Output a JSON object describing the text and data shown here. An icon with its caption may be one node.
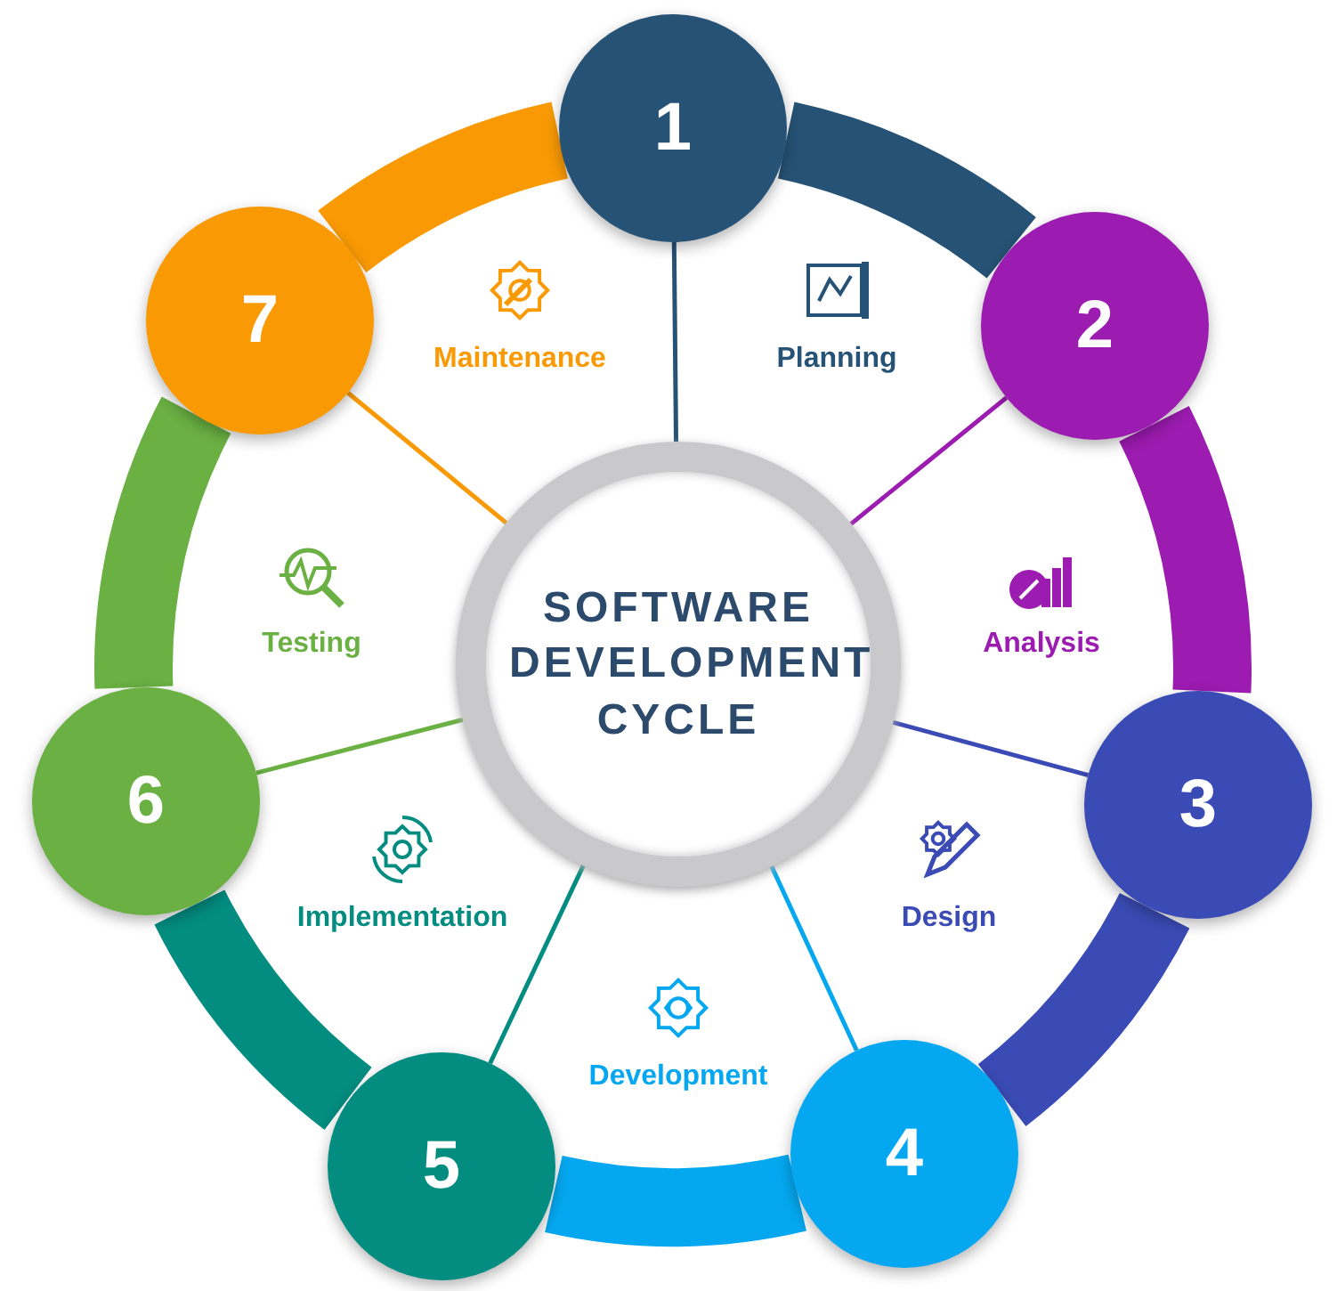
{
  "diagram": {
    "nodes": [
      {
        "text": [
          "SOFTWARE DEVELOPMENT CYCLE"
        ]
      },
      {
        "text": [
          "1"
        ]
      },
      {
        "text": [
          "2"
        ]
      },
      {
        "text": [
          "3"
        ]
      },
      {
        "text": [
          "4"
        ]
      },
      {
        "text": [
          "5"
        ]
      },
      {
        "text": [
          "6"
        ]
      },
      {
        "text": [
          "7"
        ]
      }
    ],
    "edges": [
      {
        "from": 0,
        "to": 1,
        "arrow": "none",
        "color": "#265275"
      },
      {
        "from": 0,
        "to": 2,
        "arrow": "none",
        "color": "#9c1bb0"
      },
      {
        "from": 0,
        "to": 3,
        "arrow": "none",
        "color": "#3a4bb5"
      },
      {
        "from": 0,
        "to": 4,
        "arrow": "none",
        "color": "#05a8f0"
      },
      {
        "from": 0,
        "to": 5,
        "arrow": "none",
        "color": "#038c80"
      },
      {
        "from": 0,
        "to": 6,
        "arrow": "none",
        "color": "#6ab043"
      },
      {
        "from": 0,
        "to": 7,
        "arrow": "none",
        "color": "#f99a05"
      },
      {
        "from": 1,
        "to": 2,
        "arrow": "none",
        "style": "thick",
        "color": "#265275"
      },
      {
        "from": 2,
        "to": 3,
        "arrow": "none",
        "style": "thick",
        "color": "#9c1bb0"
      },
      {
        "from": 3,
        "to": 4,
        "arrow": "none",
        "style": "thick",
        "color": "#3a4bb5"
      },
      {
        "from": 4,
        "to": 5,
        "arrow": "none",
        "style": "thick",
        "color": "#05a8f0"
      },
      {
        "from": 5,
        "to": 6,
        "arrow": "none",
        "style": "thick",
        "color": "#038c80"
      },
      {
        "from": 6,
        "to": 7,
        "arrow": "none",
        "style": "thick",
        "color": "#6ab043"
      },
      {
        "from": 7,
        "to": 1,
        "arrow": "none",
        "style": "thick",
        "color": "#f99a05"
      }
    ],
    "labels": [
      "Planning",
      "Analysis",
      "Design",
      "Development",
      "Implementation",
      "Testing",
      "Maintenance"
    ]
  }
}
